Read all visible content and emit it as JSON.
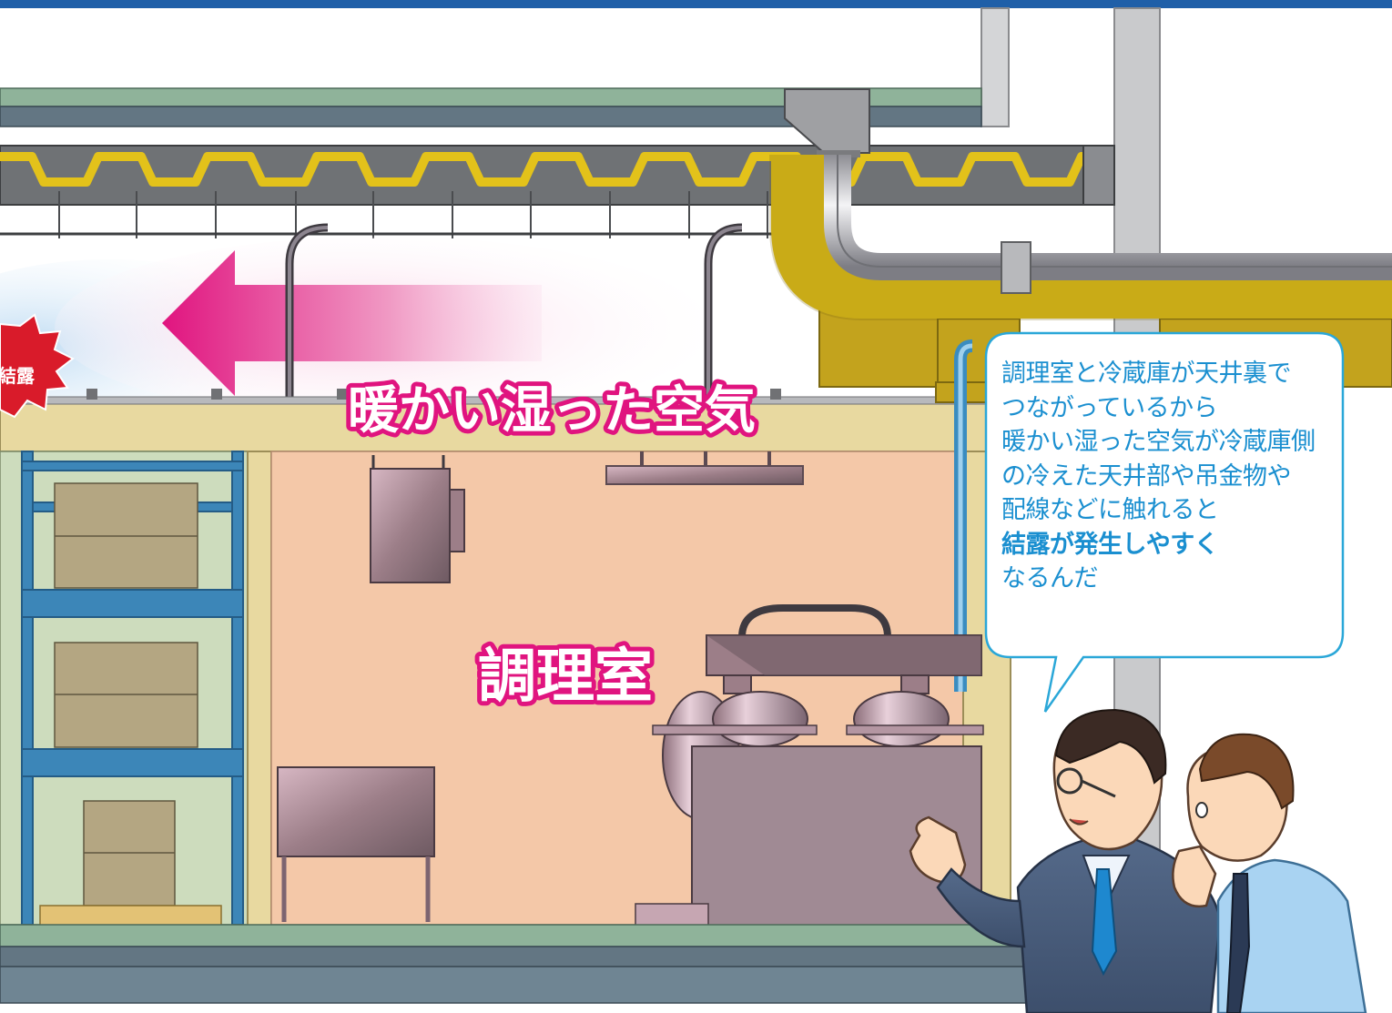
{
  "labels": {
    "warm_air": "暖かい湿った空気",
    "kitchen": "調理室",
    "condensation_badge": "結露"
  },
  "bubble": {
    "lines": [
      "調理室と冷蔵庫が天井裏で",
      "つながっているから",
      "暖かい湿った空気が冷蔵庫側",
      "の冷えた天井部や吊金物や",
      "配線などに触れると"
    ],
    "emphasis": "結露が発生しやすく",
    "closing": "なるんだ"
  },
  "colors": {
    "top_bar": "#1f5fa8",
    "accent_pink": "#e0147f",
    "bubble_text": "#1a8fd0",
    "ceiling_yellow": "#e3c21a",
    "kitchen_wall": "#f4c8a8",
    "fridge_wall": "#cddcbd",
    "beam": "#e8d9a0"
  },
  "icons": {
    "arrow": "left-arrow-icon",
    "badge": "starburst-icon"
  }
}
